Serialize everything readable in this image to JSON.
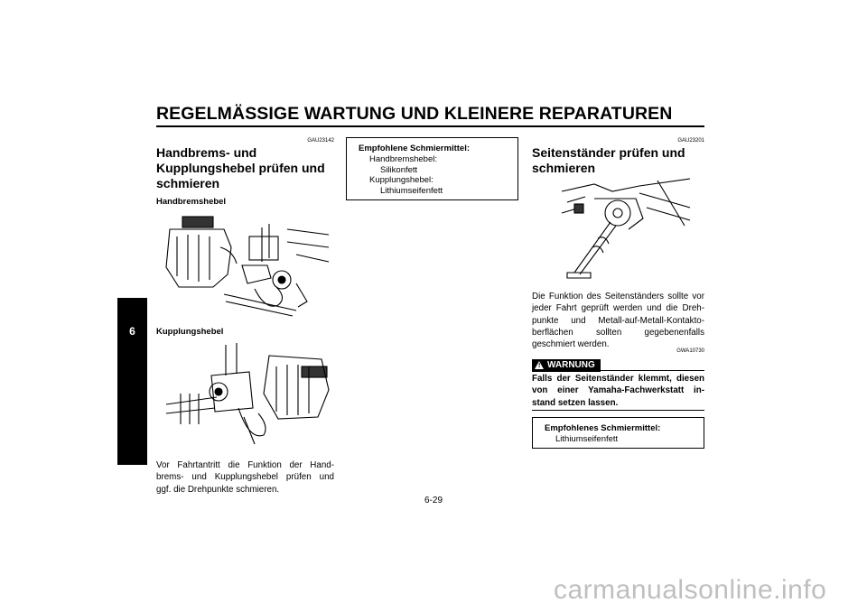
{
  "header": {
    "title": "REGELMÄSSIGE WARTUNG UND KLEINERE REPARATUREN"
  },
  "side_tab": {
    "chapter": "6"
  },
  "left_column": {
    "code": "GAU23142",
    "heading_line1": "Handbrems- und",
    "heading_line2": "Kupplungshebel prüfen und",
    "heading_line3": "schmieren",
    "brake_lever_label": "Handbremshebel",
    "clutch_lever_label": "Kupplungshebel",
    "body_lines": [
      "Vor Fahrtantritt die Funktion der Hand-",
      "brems- und Kupplungshebel prüfen und",
      "ggf. die Drehpunkte schmieren."
    ]
  },
  "middle_column": {
    "lubricant_box": {
      "title": "Empfohlene Schmiermittel:",
      "item1_label": "Handbremshebel:",
      "item1_value": "Silikonfett",
      "item2_label": "Kupplungshebel:",
      "item2_value": "Lithiumseifenfett"
    }
  },
  "right_column": {
    "code": "GAU23201",
    "heading_line1": "Seitenständer prüfen und",
    "heading_line2": "schmieren",
    "body_lines": [
      "Die Funktion des Seitenständers sollte vor",
      "jeder Fahrt geprüft werden und die Dreh-",
      "punkte und Metall-auf-Metall-Kontakto-",
      "berflächen sollten gegebenenfalls",
      "geschmiert werden."
    ],
    "warning_code": "GWA10730",
    "warning_label": "WARNUNG",
    "warning_lines": [
      "Falls der Seitenständer klemmt, diesen",
      "von einer Yamaha-Fachwerkstatt in-",
      "stand setzen lassen."
    ],
    "lubricant_box": {
      "title": "Empfohlenes Schmiermittel:",
      "item1_value": "Lithiumseifenfett"
    }
  },
  "footer": {
    "page_number": "6-29"
  },
  "watermark": {
    "text": "carmanualsonline.info"
  }
}
